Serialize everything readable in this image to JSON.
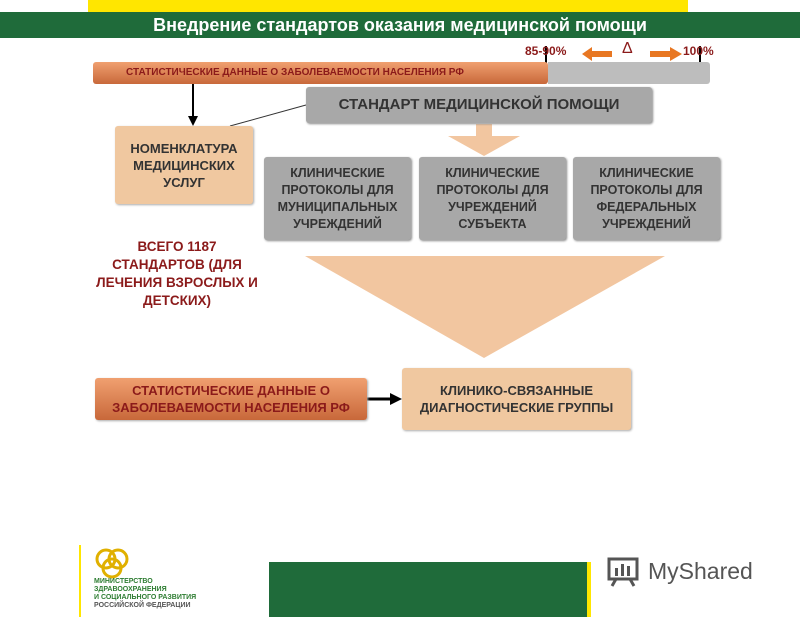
{
  "header": {
    "title": "Внедрение стандартов оказания медицинской помощи"
  },
  "top_bar": {
    "label": "СТАТИСТИЧЕСКИЕ ДАННЫЕ О ЗАБОЛЕВАЕМОСТИ НАСЕЛЕНИЯ РФ",
    "pct_left": "85-90%",
    "delta": "Δ",
    "pct_right": "100%"
  },
  "standard_box": {
    "label": "СТАНДАРТ МЕДИЦИНСКОЙ ПОМОЩИ"
  },
  "nomenclature_box": {
    "label": "НОМЕНКЛАТУРА МЕДИЦИНСКИХ УСЛУГ"
  },
  "protocols": [
    {
      "label": "КЛИНИЧЕСКИЕ ПРОТОКОЛЫ ДЛЯ МУНИЦИПАЛЬНЫХ УЧРЕЖДЕНИЙ"
    },
    {
      "label": "КЛИНИЧЕСКИЕ ПРОТОКОЛЫ ДЛЯ УЧРЕЖДЕНИЙ СУБЪЕКТА"
    },
    {
      "label": "КЛИНИЧЕСКИЕ ПРОТОКОЛЫ ДЛЯ ФЕДЕРАЛЬНЫХ УЧРЕЖДЕНИЙ"
    }
  ],
  "total_text": "ВСЕГО 1187 СТАНДАРТОВ (ДЛЯ ЛЕЧЕНИЯ ВЗРОСЛЫХ И ДЕТСКИХ)",
  "bottom_stat_box": {
    "label": "СТАТИСТИЧЕСКИЕ ДАННЫЕ О ЗАБОЛЕВАЕМОСТИ НАСЕЛЕНИЯ РФ"
  },
  "kdg_box": {
    "label": "КЛИНИКО-СВЯЗАННЫЕ ДИАГНОСТИЧЕСКИЕ ГРУППЫ"
  },
  "footer": {
    "ministry_line1": "МИНИСТЕРСТВО",
    "ministry_line2": "ЗДРАВООХРАНЕНИЯ",
    "ministry_line3": "И СОЦИАЛЬНОГО РАЗВИТИЯ",
    "ministry_line4": "РОССИЙСКОЙ ФЕДЕРАЦИИ",
    "watermark": "MyShared"
  },
  "colors": {
    "header_green": "#1f6b3a",
    "accent_yellow": "#ffe600",
    "dark_red_text": "#8b1a1a",
    "peach_box": "#f0c8a0",
    "gray_box": "#a8a8a8",
    "arrow_orange": "#e87722"
  }
}
